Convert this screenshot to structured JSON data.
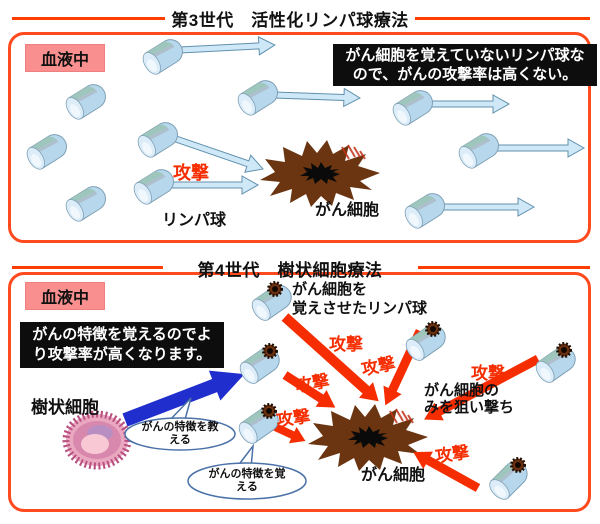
{
  "titles": {
    "gen3": "第3世代　活性化リンパ球療法",
    "gen4": "第4世代　樹状細胞療法"
  },
  "shared": {
    "blood": "血液中",
    "attack": "攻撃",
    "lymphocyte": "リンパ球",
    "cancer_cell": "がん細胞"
  },
  "panel3": {
    "note_line1": "がん細胞を覚えていないリンパ球な",
    "note_line2": "ので、がんの攻撃率は高くない。"
  },
  "panel4": {
    "note_line1": "がんの特徴を覚えるのでよ",
    "note_line2": "り攻撃率が高くなります。",
    "dendritic": "樹状細胞",
    "memory_line1": "がん細胞を",
    "memory_line2": "覚えさせたリンパ球",
    "snipe_line1": "がん細胞の",
    "snipe_line2": "みを狙い撃ち",
    "bubble_teach_line1": "がんの特徴を教",
    "bubble_teach_line2": "える",
    "bubble_learn_line1": "がんの特徴を覚",
    "bubble_learn_line2": "える"
  },
  "colors": {
    "panel_border": "#ff4a1e",
    "title_rule": "#ff3d00",
    "blood_box_bg": "#f98f8f",
    "note_bg": "#0d0d0d",
    "attack_red": "#f52d00",
    "lymphocyte_blue": "#b7d8ec",
    "cancer_brown": "#6b3512",
    "dendritic_pink": "#d887ad",
    "teach_arrow_blue": "#1f2ecc"
  }
}
